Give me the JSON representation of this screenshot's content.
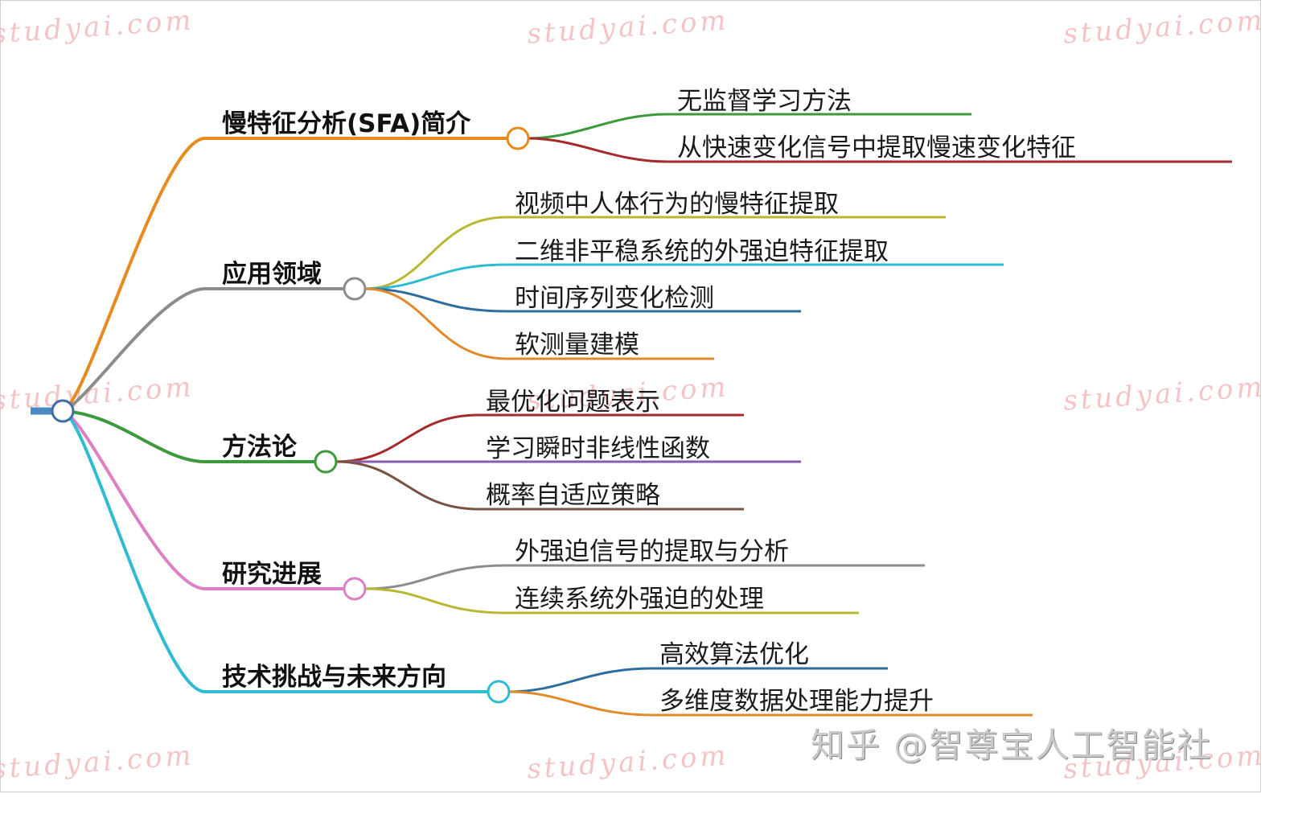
{
  "root": {
    "label": "",
    "color": "#3d6fa5"
  },
  "branches": [
    {
      "label": "慢特征分析(SFA)简介",
      "color": "#e88a1e",
      "children": [
        {
          "label": "无监督学习方法",
          "color": "#3c9a3c"
        },
        {
          "label": "从快速变化信号中提取慢速变化特征",
          "color": "#a52a2a"
        }
      ]
    },
    {
      "label": "应用领域",
      "color": "#8c8c8c",
      "children": [
        {
          "label": "视频中人体行为的慢特征提取",
          "color": "#b8b832"
        },
        {
          "label": "二维非平稳系统的外强迫特征提取",
          "color": "#2fbcd2"
        },
        {
          "label": "时间序列变化检测",
          "color": "#2e6e9e"
        },
        {
          "label": "软测量建模",
          "color": "#e08a2a"
        }
      ]
    },
    {
      "label": "方法论",
      "color": "#3c9a3c",
      "children": [
        {
          "label": "最优化问题表示",
          "color": "#a52a2a"
        },
        {
          "label": "学习瞬时非线性函数",
          "color": "#8a5cb0"
        },
        {
          "label": "概率自适应策略",
          "color": "#7a5040"
        }
      ]
    },
    {
      "label": "研究进展",
      "color": "#de7fc4",
      "children": [
        {
          "label": "外强迫信号的提取与分析",
          "color": "#8c8c8c"
        },
        {
          "label": "连续系统外强迫的处理",
          "color": "#b8b832"
        }
      ]
    },
    {
      "label": "技术挑战与未来方向",
      "color": "#2fbcd2",
      "children": [
        {
          "label": "高效算法优化",
          "color": "#2e6e9e"
        },
        {
          "label": "多维度数据处理能力提升",
          "color": "#e08a2a"
        }
      ]
    }
  ],
  "watermark": {
    "text": "studyai.com",
    "color": "#f2b9bd"
  },
  "credit": {
    "text": "知乎 @智尊宝人工智能社"
  }
}
